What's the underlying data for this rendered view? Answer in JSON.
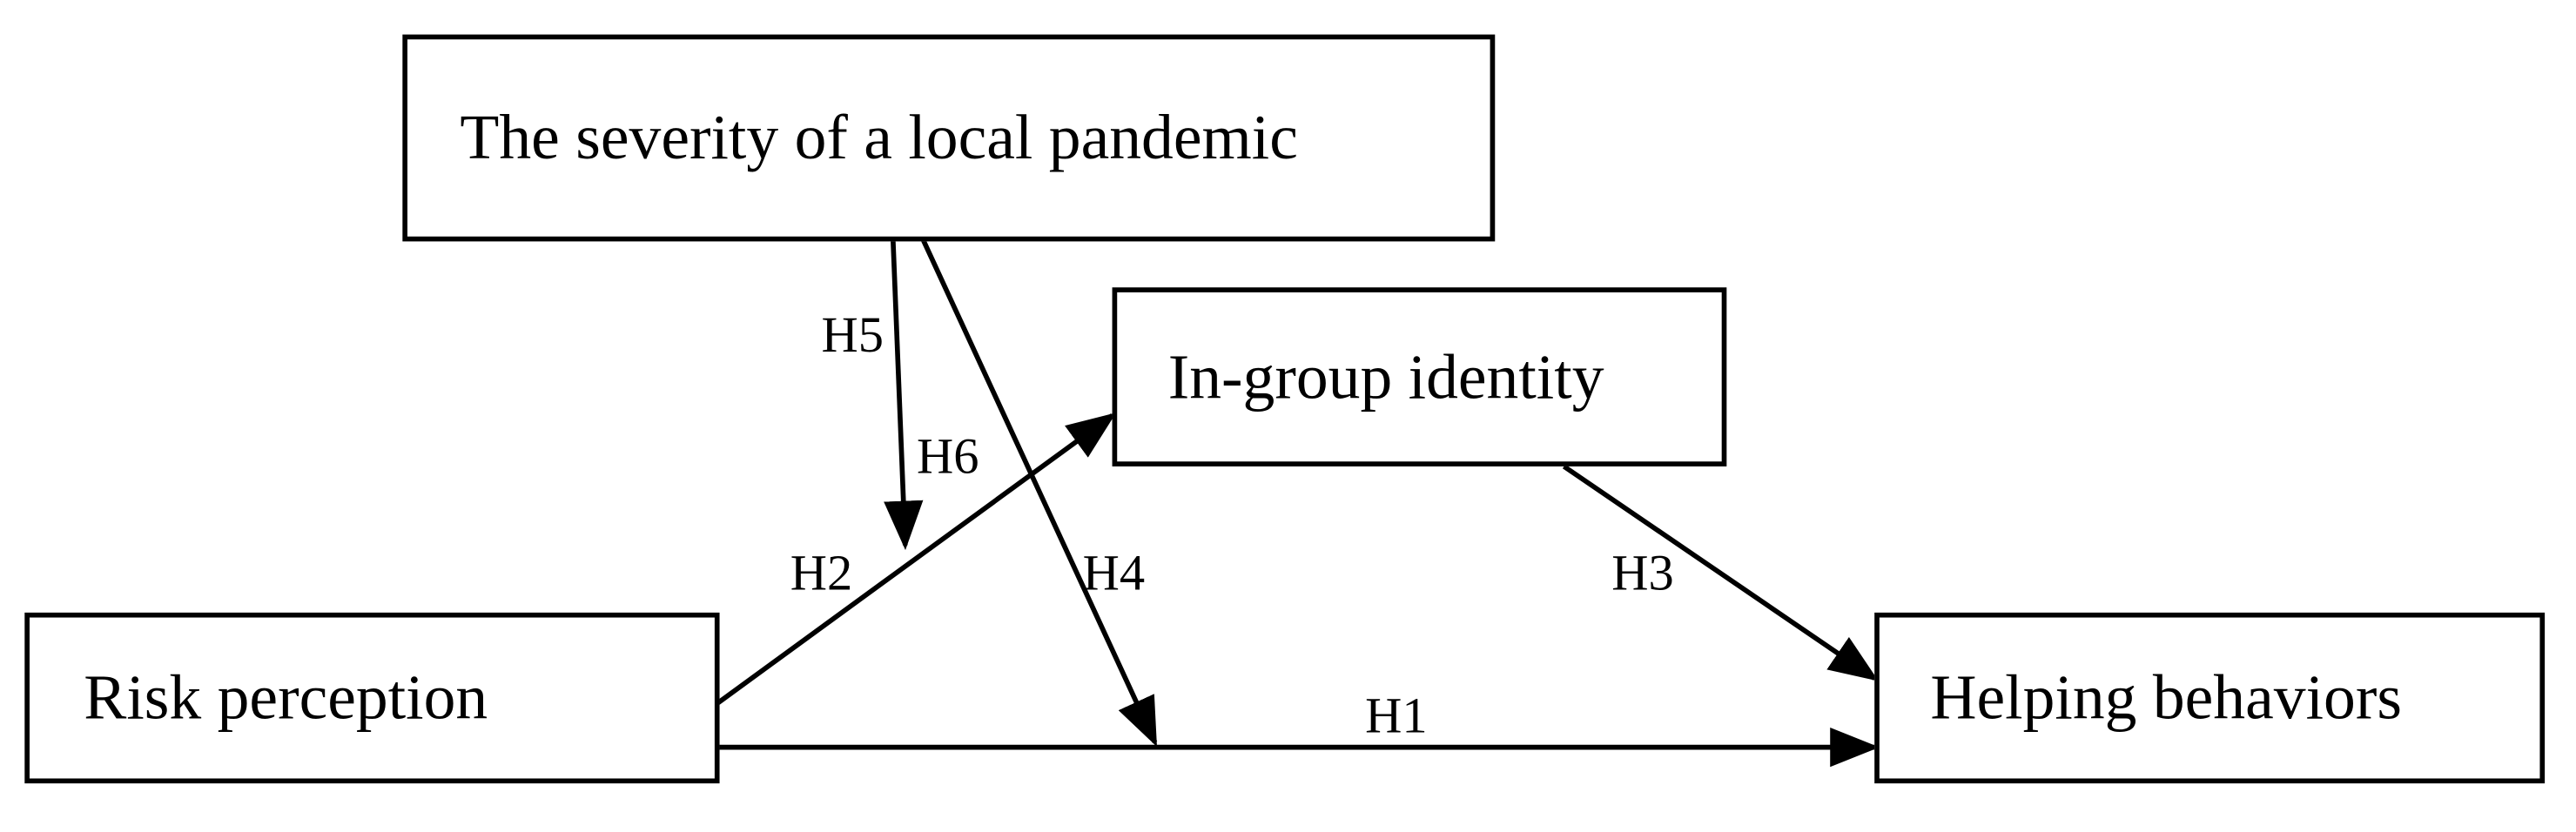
{
  "diagram": {
    "nodes": {
      "severity": {
        "label": "The severity of a local pandemic"
      },
      "ingroup": {
        "label": "In-group identity"
      },
      "risk": {
        "label": "Risk perception"
      },
      "helping": {
        "label": "Helping behaviors"
      }
    },
    "paths": {
      "h1": {
        "label": "H1",
        "from": "Risk perception",
        "to": "Helping behaviors"
      },
      "h2": {
        "label": "H2",
        "from": "Risk perception",
        "to": "In-group identity"
      },
      "h3": {
        "label": "H3",
        "from": "In-group identity",
        "to": "Helping behaviors"
      },
      "h4": {
        "label": "H4",
        "from": "The severity of a local pandemic",
        "to": "H1 path"
      },
      "h5": {
        "label": "H5",
        "from": "The severity of a local pandemic",
        "to": "H2 path"
      },
      "h6": {
        "label": "H6",
        "from": "The severity of a local pandemic",
        "to": "H2 path"
      }
    },
    "colors": {
      "line": "#000000",
      "background": "#ffffff"
    }
  }
}
